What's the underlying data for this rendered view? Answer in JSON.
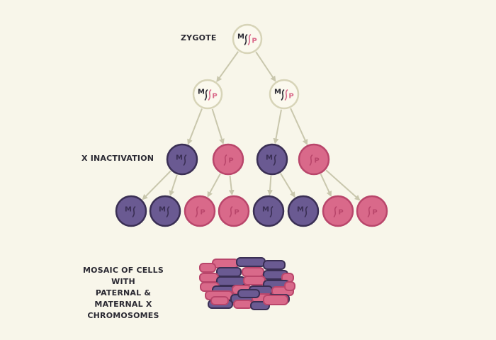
{
  "labels": {
    "zygote": "ZYGOTE",
    "x_inactivation": "X INACTIVATION",
    "mosaic_lines": [
      "MOSAIC OF CELLS WITH",
      "PATERNAL & MATERNAL X",
      "CHROMOSOMES"
    ]
  },
  "chromosome_letters": {
    "maternal": "M",
    "paternal": "P"
  },
  "colors": {
    "background": "#f8f6ea",
    "zygote_fill": "#fbf9ee",
    "zygote_stroke": "#d7d4b8",
    "arrow": "#c9c7ad",
    "maternal_fill": "#6a5a92",
    "maternal_stroke": "#3a2f54",
    "paternal_fill": "#d9698a",
    "paternal_stroke": "#b9466b",
    "text_dark": "#2b2a33"
  },
  "cells": [
    {
      "id": "zygote",
      "type": "both"
    },
    {
      "id": "gen1-left",
      "type": "both"
    },
    {
      "id": "gen1-right",
      "type": "both"
    },
    {
      "id": "xinact-1",
      "type": "maternal"
    },
    {
      "id": "xinact-2",
      "type": "paternal"
    },
    {
      "id": "xinact-3",
      "type": "maternal"
    },
    {
      "id": "xinact-4",
      "type": "paternal"
    },
    {
      "id": "final-1",
      "type": "maternal"
    },
    {
      "id": "final-2",
      "type": "maternal"
    },
    {
      "id": "final-3",
      "type": "paternal"
    },
    {
      "id": "final-4",
      "type": "paternal"
    },
    {
      "id": "final-5",
      "type": "maternal"
    },
    {
      "id": "final-6",
      "type": "maternal"
    },
    {
      "id": "final-7",
      "type": "paternal"
    },
    {
      "id": "final-8",
      "type": "paternal"
    }
  ],
  "arrows": [
    {
      "from": "zygote",
      "to": "gen1-left"
    },
    {
      "from": "zygote",
      "to": "gen1-right"
    },
    {
      "from": "gen1-left",
      "to": "xinact-1"
    },
    {
      "from": "gen1-left",
      "to": "xinact-2"
    },
    {
      "from": "gen1-right",
      "to": "xinact-3"
    },
    {
      "from": "gen1-right",
      "to": "xinact-4"
    },
    {
      "from": "xinact-1",
      "to": "final-1"
    },
    {
      "from": "xinact-1",
      "to": "final-2"
    },
    {
      "from": "xinact-2",
      "to": "final-3"
    },
    {
      "from": "xinact-2",
      "to": "final-4"
    },
    {
      "from": "xinact-3",
      "to": "final-5"
    },
    {
      "from": "xinact-3",
      "to": "final-6"
    },
    {
      "from": "xinact-4",
      "to": "final-7"
    },
    {
      "from": "xinact-4",
      "to": "final-8"
    }
  ],
  "mosaic_cells": [
    "paternal",
    "maternal",
    "maternal",
    "paternal",
    "maternal",
    "paternal",
    "maternal",
    "paternal",
    "paternal",
    "maternal",
    "paternal",
    "maternal",
    "paternal",
    "maternal",
    "paternal",
    "maternal",
    "paternal",
    "paternal",
    "maternal",
    "paternal",
    "maternal",
    "maternal",
    "paternal",
    "maternal",
    "paternal",
    "paternal",
    "maternal",
    "paternal"
  ]
}
